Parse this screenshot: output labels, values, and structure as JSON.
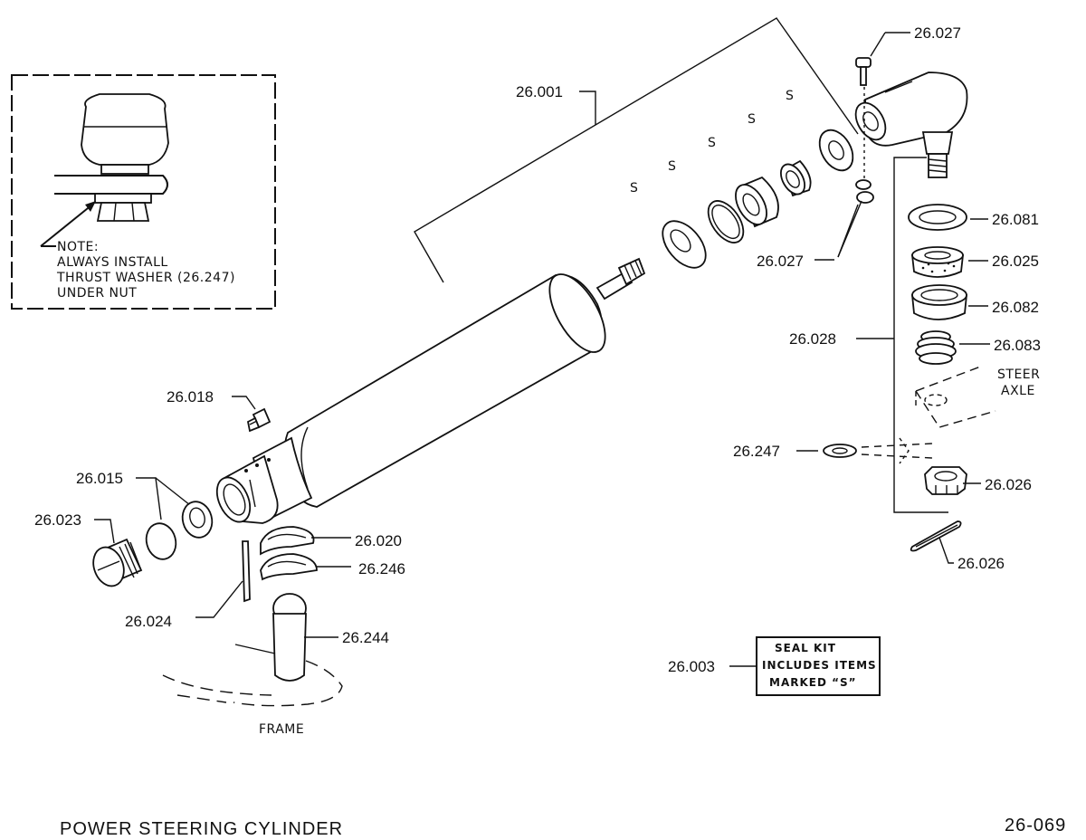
{
  "footer": {
    "title": "POWER STEERING CYLINDER",
    "page_code": "26-069"
  },
  "inset_note": {
    "line1": "NOTE:",
    "line2": "ALWAYS INSTALL",
    "line3": "THRUST WASHER (26.247)",
    "line4": "UNDER NUT"
  },
  "seal_kit": {
    "ref": "26.003",
    "line1": "SEAL   KIT",
    "line2": "INCLUDES ITEMS",
    "line3": "MARKED “S”"
  },
  "seal_marker": "S",
  "callouts": {
    "c26_001": "26.001",
    "c26_027_top": "26.027",
    "c26_027_bottom": "26.027",
    "c26_081": "26.081",
    "c26_025": "26.025",
    "c26_082": "26.082",
    "c26_028": "26.028",
    "c26_083": "26.083",
    "c26_247": "26.247",
    "c26_026_nut": "26.026",
    "c26_026_pin": "26.026",
    "c26_018": "26.018",
    "c26_015": "26.015",
    "c26_023": "26.023",
    "c26_020": "26.020",
    "c26_246": "26.246",
    "c26_024": "26.024",
    "c26_244": "26.244"
  },
  "steer_axle": {
    "line1": "STEER",
    "line2": "AXLE"
  },
  "frame_label": "FRAME"
}
